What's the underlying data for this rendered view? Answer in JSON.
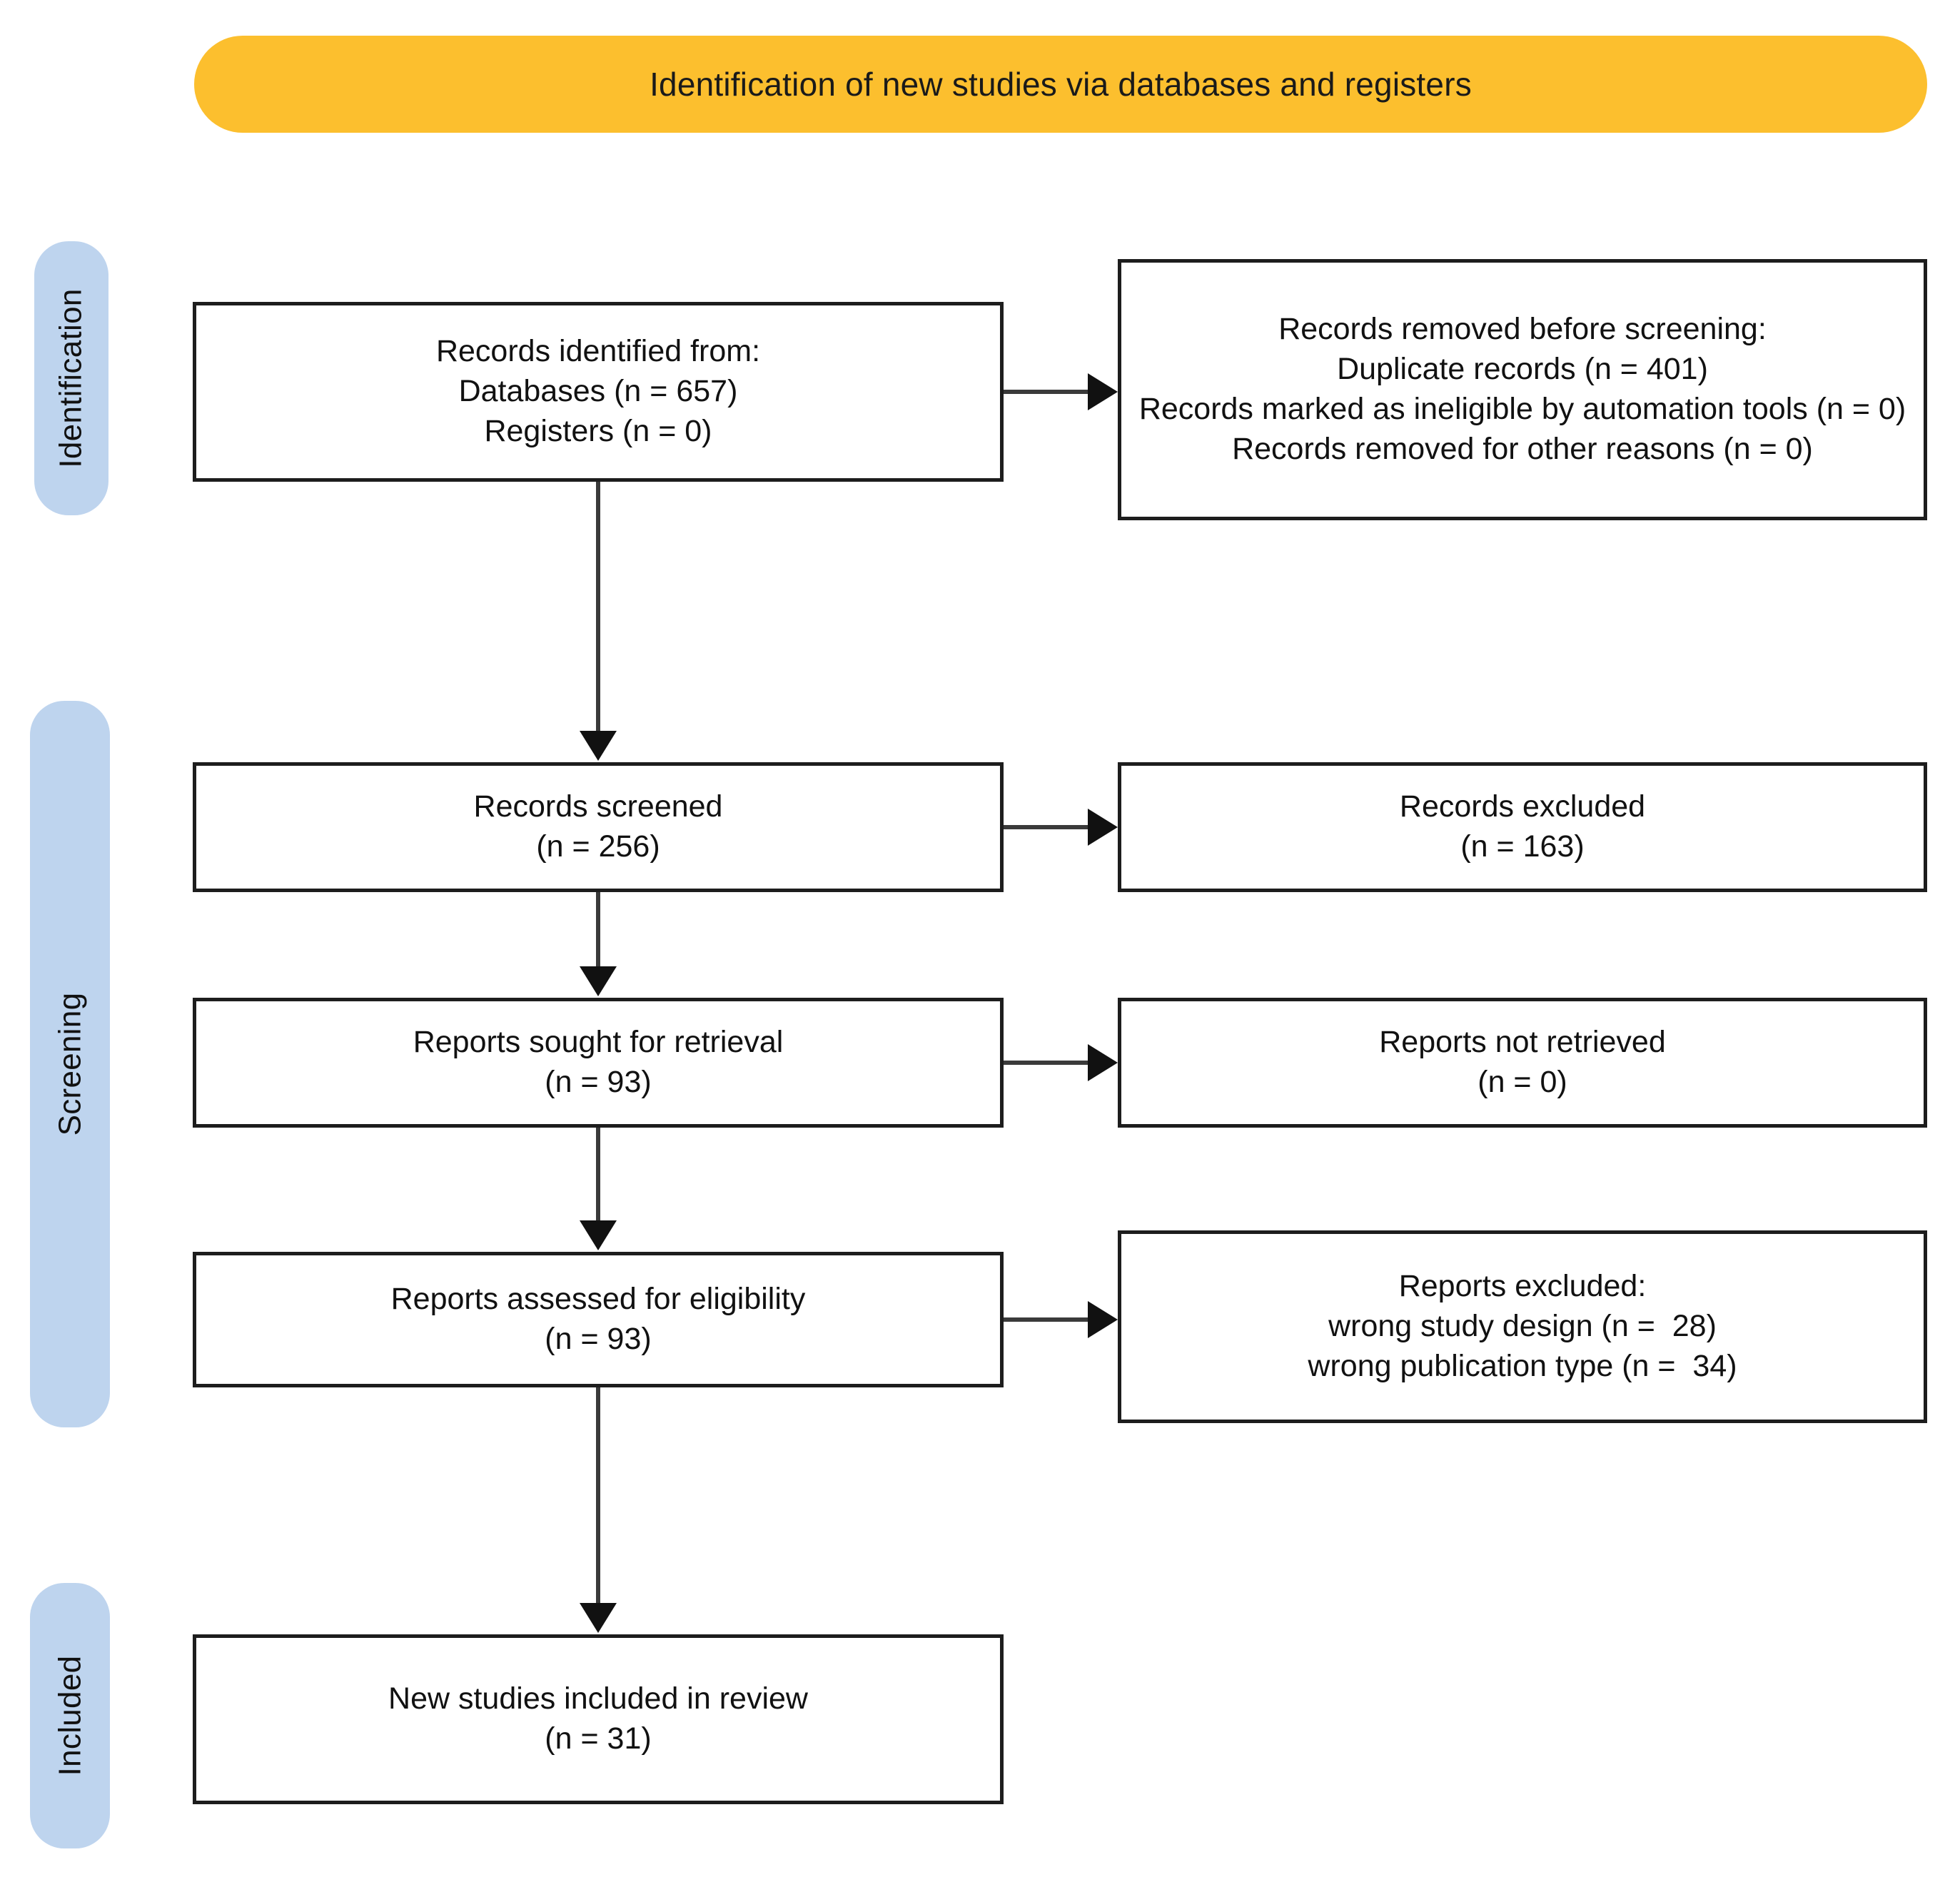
{
  "banner": {
    "title": "Identification of new studies via databases and registers",
    "color": "#FCBF2E"
  },
  "stages": {
    "color": "#BED4EE",
    "items": [
      {
        "id": "identification",
        "label": "Identification"
      },
      {
        "id": "screening",
        "label": "Screening"
      },
      {
        "id": "included",
        "label": "Included"
      }
    ]
  },
  "chart_data": {
    "type": "diagram",
    "title": "Identification of new studies via databases and registers",
    "nodes": [
      {
        "id": "identified",
        "stage": "Identification",
        "column": "left",
        "lines": [
          "Records identified from:",
          "Databases (n = 657)",
          "Registers (n = 0)"
        ],
        "counts": {
          "databases": 657,
          "registers": 0
        }
      },
      {
        "id": "removed",
        "stage": "Identification",
        "column": "right",
        "lines": [
          "Records removed before screening:",
          "Duplicate records (n = 401)",
          "Records marked as ineligible by automation tools (n = 0)",
          "Records removed for other reasons (n = 0)"
        ],
        "counts": {
          "duplicate_records": 401,
          "ineligible_by_automation_tools": 0,
          "removed_other_reasons": 0
        }
      },
      {
        "id": "screened",
        "stage": "Screening",
        "column": "left",
        "lines": [
          "Records screened",
          "(n = 256)"
        ],
        "counts": {
          "n": 256
        }
      },
      {
        "id": "records_excluded",
        "stage": "Screening",
        "column": "right",
        "lines": [
          "Records excluded",
          "(n = 163)"
        ],
        "counts": {
          "n": 163
        }
      },
      {
        "id": "sought",
        "stage": "Screening",
        "column": "left",
        "lines": [
          "Reports sought for retrieval",
          "(n = 93)"
        ],
        "counts": {
          "n": 93
        }
      },
      {
        "id": "not_retrieved",
        "stage": "Screening",
        "column": "right",
        "lines": [
          "Reports not retrieved",
          "(n = 0)"
        ],
        "counts": {
          "n": 0
        }
      },
      {
        "id": "assessed",
        "stage": "Screening",
        "column": "left",
        "lines": [
          "Reports assessed for eligibility",
          "(n = 93)"
        ],
        "counts": {
          "n": 93
        }
      },
      {
        "id": "reports_excluded",
        "stage": "Screening",
        "column": "right",
        "lines": [
          "Reports excluded:",
          "wrong study design (n =  28)",
          "wrong publication type (n =  34)"
        ],
        "counts": {
          "wrong_study_design": 28,
          "wrong_publication_type": 34
        }
      },
      {
        "id": "new_included",
        "stage": "Included",
        "column": "left",
        "lines": [
          "New studies included in review",
          "(n = 31)"
        ],
        "counts": {
          "n": 31
        }
      }
    ],
    "edges": [
      {
        "from": "identified",
        "to": "removed",
        "direction": "right"
      },
      {
        "from": "identified",
        "to": "screened",
        "direction": "down"
      },
      {
        "from": "screened",
        "to": "records_excluded",
        "direction": "right"
      },
      {
        "from": "screened",
        "to": "sought",
        "direction": "down"
      },
      {
        "from": "sought",
        "to": "not_retrieved",
        "direction": "right"
      },
      {
        "from": "sought",
        "to": "assessed",
        "direction": "down"
      },
      {
        "from": "assessed",
        "to": "reports_excluded",
        "direction": "right"
      },
      {
        "from": "assessed",
        "to": "new_included",
        "direction": "down"
      }
    ]
  },
  "boxes": {
    "identified": {
      "l1": "Records identified from:",
      "l2": "Databases (n = 657)",
      "l3": "Registers (n = 0)"
    },
    "removed": {
      "l1": "Records removed before screening:",
      "l2": "Duplicate records (n = 401)",
      "l3": "Records marked as ineligible by automation tools (n = 0)",
      "l4": "Records removed for other reasons (n = 0)"
    },
    "screened": {
      "l1": "Records screened",
      "l2": "(n = 256)"
    },
    "records_excluded": {
      "l1": "Records excluded",
      "l2": "(n = 163)"
    },
    "sought": {
      "l1": "Reports sought for retrieval",
      "l2": "(n = 93)"
    },
    "not_retrieved": {
      "l1": "Reports not retrieved",
      "l2": "(n = 0)"
    },
    "assessed": {
      "l1": "Reports assessed for eligibility",
      "l2": "(n = 93)"
    },
    "reports_excluded": {
      "l1": "Reports excluded:",
      "l2": "wrong study design (n =  28)",
      "l3": "wrong publication type (n =  34)"
    },
    "new_included": {
      "l1": "New studies included in review",
      "l2": "(n = 31)"
    }
  }
}
